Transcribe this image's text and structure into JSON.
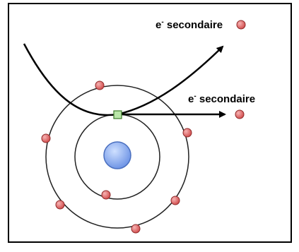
{
  "diagram": {
    "labels": {
      "secondary_top": {
        "main": "e",
        "sup": "-",
        "rest": " secondaire"
      },
      "secondary_right": {
        "main": "e",
        "sup": "-",
        "rest": " secondaire"
      }
    },
    "colors": {
      "border": "#000000",
      "orbit": "#222222",
      "trajectory": "#000000",
      "nucleus_fill_inner": "#cfe0ff",
      "nucleus_fill_outer": "#6f95e6",
      "nucleus_stroke": "#4a6fbf",
      "electron_fill_inner": "#f6b3b3",
      "electron_fill_outer": "#d14a4a",
      "electron_stroke": "#8f2a2a",
      "interaction_fill": "#b9e6a8",
      "interaction_stroke": "#3c7a2a"
    },
    "icons": {
      "nucleus": "nucleus-icon",
      "electron": "electron-icon",
      "interaction": "interaction-point-icon",
      "arrow": "arrow-head-icon"
    }
  }
}
